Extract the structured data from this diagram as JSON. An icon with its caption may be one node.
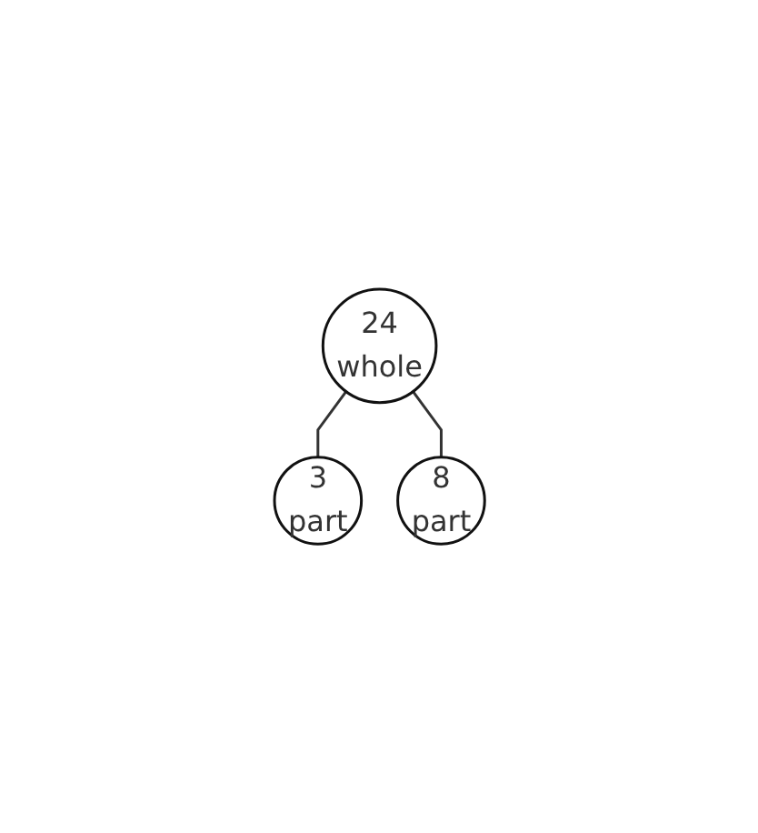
{
  "diagram": {
    "nodes": [
      {
        "text": [
          "24",
          "whole"
        ]
      },
      {
        "text": [
          "3",
          "part"
        ]
      },
      {
        "text": [
          "8",
          "part"
        ]
      }
    ],
    "edges": [
      {
        "from": 0,
        "to": 1,
        "arrow": "none"
      },
      {
        "from": 0,
        "to": 2,
        "arrow": "none"
      }
    ]
  }
}
